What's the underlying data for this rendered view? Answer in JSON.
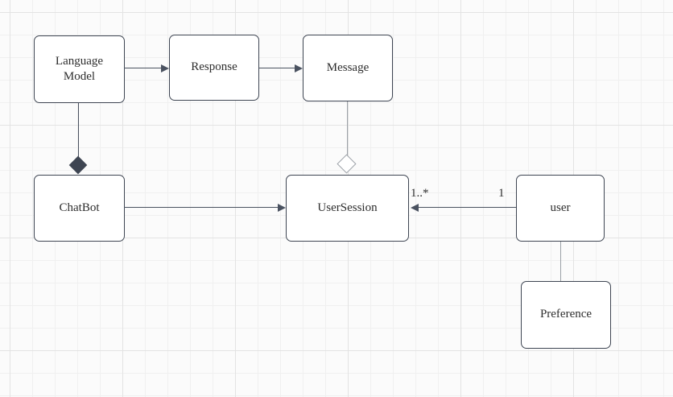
{
  "diagram": {
    "kind": "uml-class-diagram",
    "nodes": {
      "language_model": {
        "label": "Language Model"
      },
      "response": {
        "label": "Response"
      },
      "message": {
        "label": "Message"
      },
      "chatbot": {
        "label": "ChatBot"
      },
      "user_session": {
        "label": "UserSession"
      },
      "user": {
        "label": "user"
      },
      "preference": {
        "label": "Preference"
      }
    },
    "edges": {
      "language_model_to_response": {
        "type": "directed-arrow"
      },
      "response_to_message": {
        "type": "directed-arrow"
      },
      "language_model_chatbot": {
        "type": "composition",
        "icon": "filled-diamond"
      },
      "message_user_session": {
        "type": "aggregation",
        "icon": "hollow-diamond"
      },
      "chatbot_to_user_session": {
        "type": "directed-arrow"
      },
      "user_to_user_session": {
        "type": "directed-arrow",
        "source_multiplicity": "1",
        "target_multiplicity": "1..*"
      },
      "user_preference": {
        "type": "association"
      }
    },
    "colors": {
      "canvas_background": "#fbfbfb",
      "grid_minor": "#f0f0f0",
      "grid_major": "#e3e3e3",
      "node_fill": "#ffffff",
      "node_border": "#3e4552",
      "edge_dark": "#4a5260",
      "edge_light": "#9ca1a7",
      "text": "#2d2d2d"
    }
  }
}
